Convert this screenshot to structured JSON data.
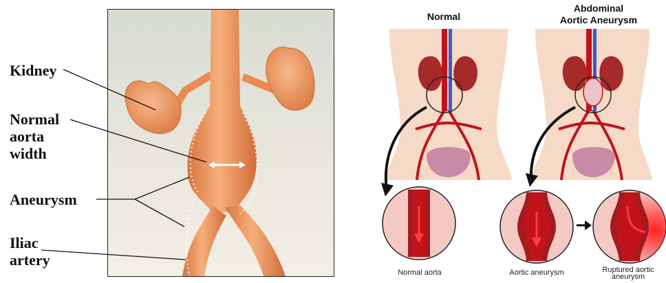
{
  "left_figure": {
    "labels": {
      "kidney": "Kidney",
      "normal_aorta_width": "Normal\naorta\nwidth",
      "aneurysm": "Aneurysm",
      "iliac_artery": "Iliac\nartery"
    }
  },
  "right_figure": {
    "header_normal": "Normal",
    "header_aaa": "Abdominal\nAortic Aneurysm",
    "captions": {
      "normal_aorta": "Normal aorta",
      "aortic_aneurysm": "Aortic aneurysm",
      "ruptured": "Ruptured aortic\naneurysm"
    }
  },
  "colors": {
    "aorta_orange": "#e98b52",
    "kidney_red": "#a52a2a",
    "body_skin": "#f6d9c6",
    "blood_red": "#c0141a",
    "bladder": "#c98aa6"
  }
}
